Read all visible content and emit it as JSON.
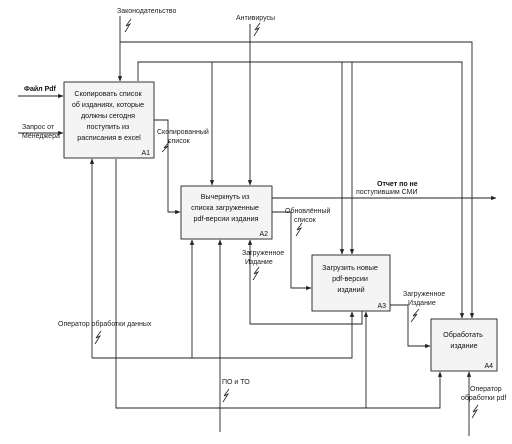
{
  "colors": {
    "box_fill": "#f4f4f4",
    "line": "#222222",
    "background": "#ffffff"
  },
  "boxes": [
    {
      "id": "A1",
      "lines": [
        "Скопировать список",
        "об изданиях, которые",
        "должны сегодня",
        "поступить из",
        "расписания в excel"
      ]
    },
    {
      "id": "A2",
      "lines": [
        "Вычеркнуть из",
        "списка загруженные",
        "pdf-версии издания"
      ]
    },
    {
      "id": "A3",
      "lines": [
        "Загрузить новые",
        "pdf-версии",
        "изданий"
      ]
    },
    {
      "id": "A4",
      "lines": [
        "Обработать",
        "издание"
      ]
    }
  ],
  "labels": {
    "legislation": "Законодательство",
    "antivirus": "Антивирусы",
    "pdf_file": "Файл Pdf",
    "manager_request": [
      "Запрос от",
      "Менеджера"
    ],
    "copied_list": [
      "Скопированный",
      "список"
    ],
    "report": [
      "Отчет по не",
      "поступившим СМИ"
    ],
    "updated_list": [
      "Обновлённый",
      "список"
    ],
    "loaded_edition_a2": [
      "Загруженное",
      "Издание"
    ],
    "loaded_edition_a3": [
      "Загруженное",
      "Издание"
    ],
    "data_operator": "Оператор обработки данных",
    "software": "ПО и ТО",
    "pdf_operator": [
      "Оператор",
      "обработки pdf"
    ]
  }
}
